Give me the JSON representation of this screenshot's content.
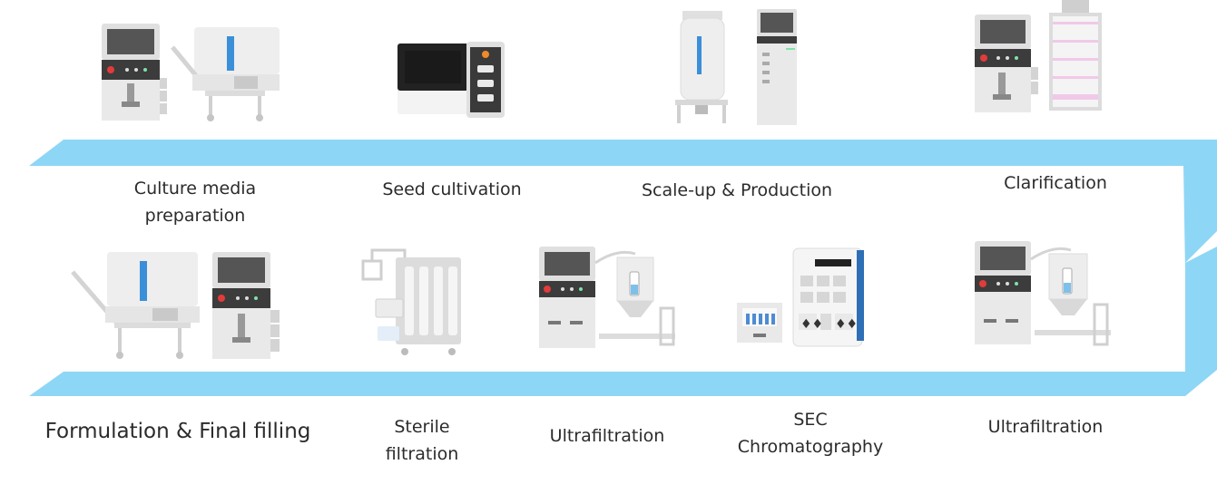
{
  "colors": {
    "arrow": "#8ed6f5",
    "device_body": "#e9e9e9",
    "device_shade": "#d4d4d4",
    "screen": "#555555",
    "accent": "#3b8fd9",
    "indicator_red": "#e23b3b"
  },
  "process": {
    "top_row": [
      {
        "icon": "culture-media-preparation-icon",
        "label_lines": [
          "Culture media",
          "preparation"
        ]
      },
      {
        "icon": "seed-cultivation-icon",
        "label_lines": [
          "Seed cultivation"
        ]
      },
      {
        "icon": "scale-up-production-icon",
        "label_lines": [
          "Scale-up & Production"
        ]
      },
      {
        "icon": "clarification-icon",
        "label_lines": [
          "Clarification"
        ]
      }
    ],
    "bottom_row": [
      {
        "icon": "formulation-final-filling-icon",
        "label_lines": [
          "Formulation & Final filling"
        ]
      },
      {
        "icon": "sterile-filtration-icon",
        "label_lines": [
          "Sterile",
          "filtration"
        ]
      },
      {
        "icon": "ultrafiltration-icon",
        "label_lines": [
          "Ultrafiltration"
        ]
      },
      {
        "icon": "sec-chromatography-icon",
        "label_lines": [
          "SEC",
          "Chromatography"
        ]
      },
      {
        "icon": "ultrafiltration-icon",
        "label_lines": [
          "Ultrafiltration"
        ]
      }
    ]
  }
}
